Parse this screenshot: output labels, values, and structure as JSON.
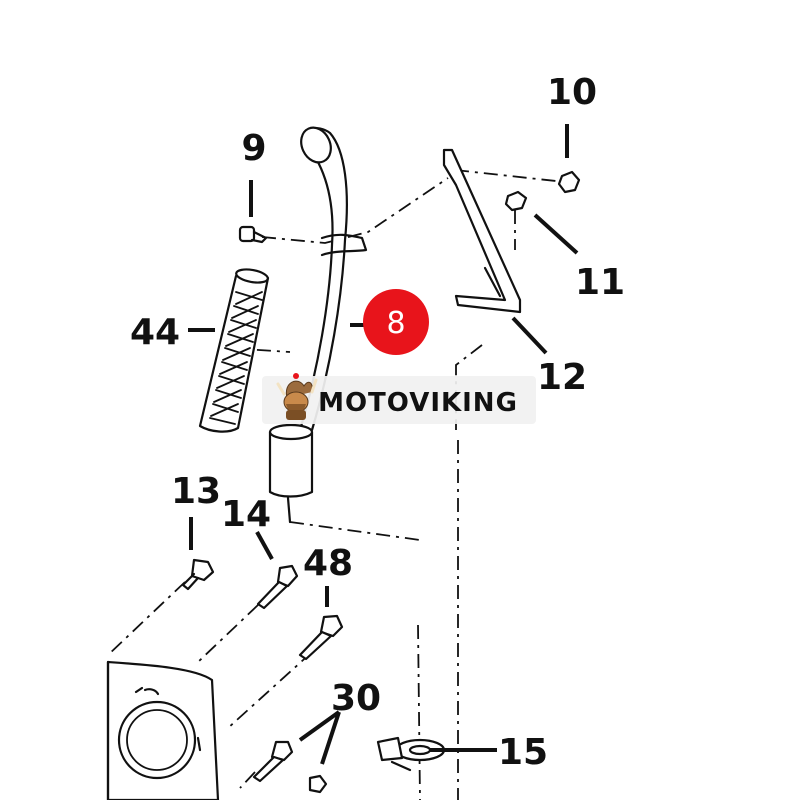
{
  "watermark": {
    "text": "MOTOVIKING",
    "logo_icon": "viking-mascot-icon"
  },
  "callout": {
    "number": "8",
    "color": "#e8141b"
  },
  "part_labels": {
    "p9": "9",
    "p10": "10",
    "p11": "11",
    "p12": "12",
    "p13": "13",
    "p14": "14",
    "p15": "15",
    "p30": "30",
    "p44": "44",
    "p48": "48"
  }
}
